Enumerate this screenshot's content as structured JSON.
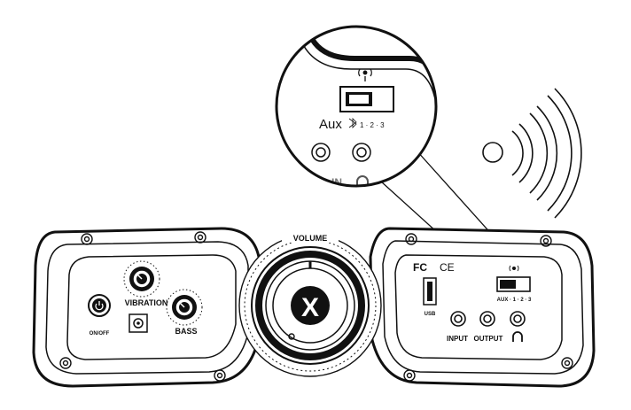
{
  "labels": {
    "volume": "VOLUME",
    "vibration": "VIBRATION",
    "bass": "BASS",
    "on_off": "ON/OFF",
    "usb": "USB",
    "input": "INPUT",
    "output": "OUTPUT",
    "fc_mark": "FC",
    "ce_mark": "CE",
    "aux_zoom": "Aux",
    "aux_zoom_positions": "1 · 2 · 3",
    "aux_panel": "AUX · 1 · 2 · 3",
    "in_zoom": "IN",
    "center_logo": "X"
  },
  "icons": {
    "power": "power-icon",
    "wireless": "wireless-signal-icon",
    "headphone": "headphone-icon",
    "bluetooth": "bluetooth-icon"
  },
  "colors": {
    "line": "#111111",
    "background": "#ffffff"
  }
}
